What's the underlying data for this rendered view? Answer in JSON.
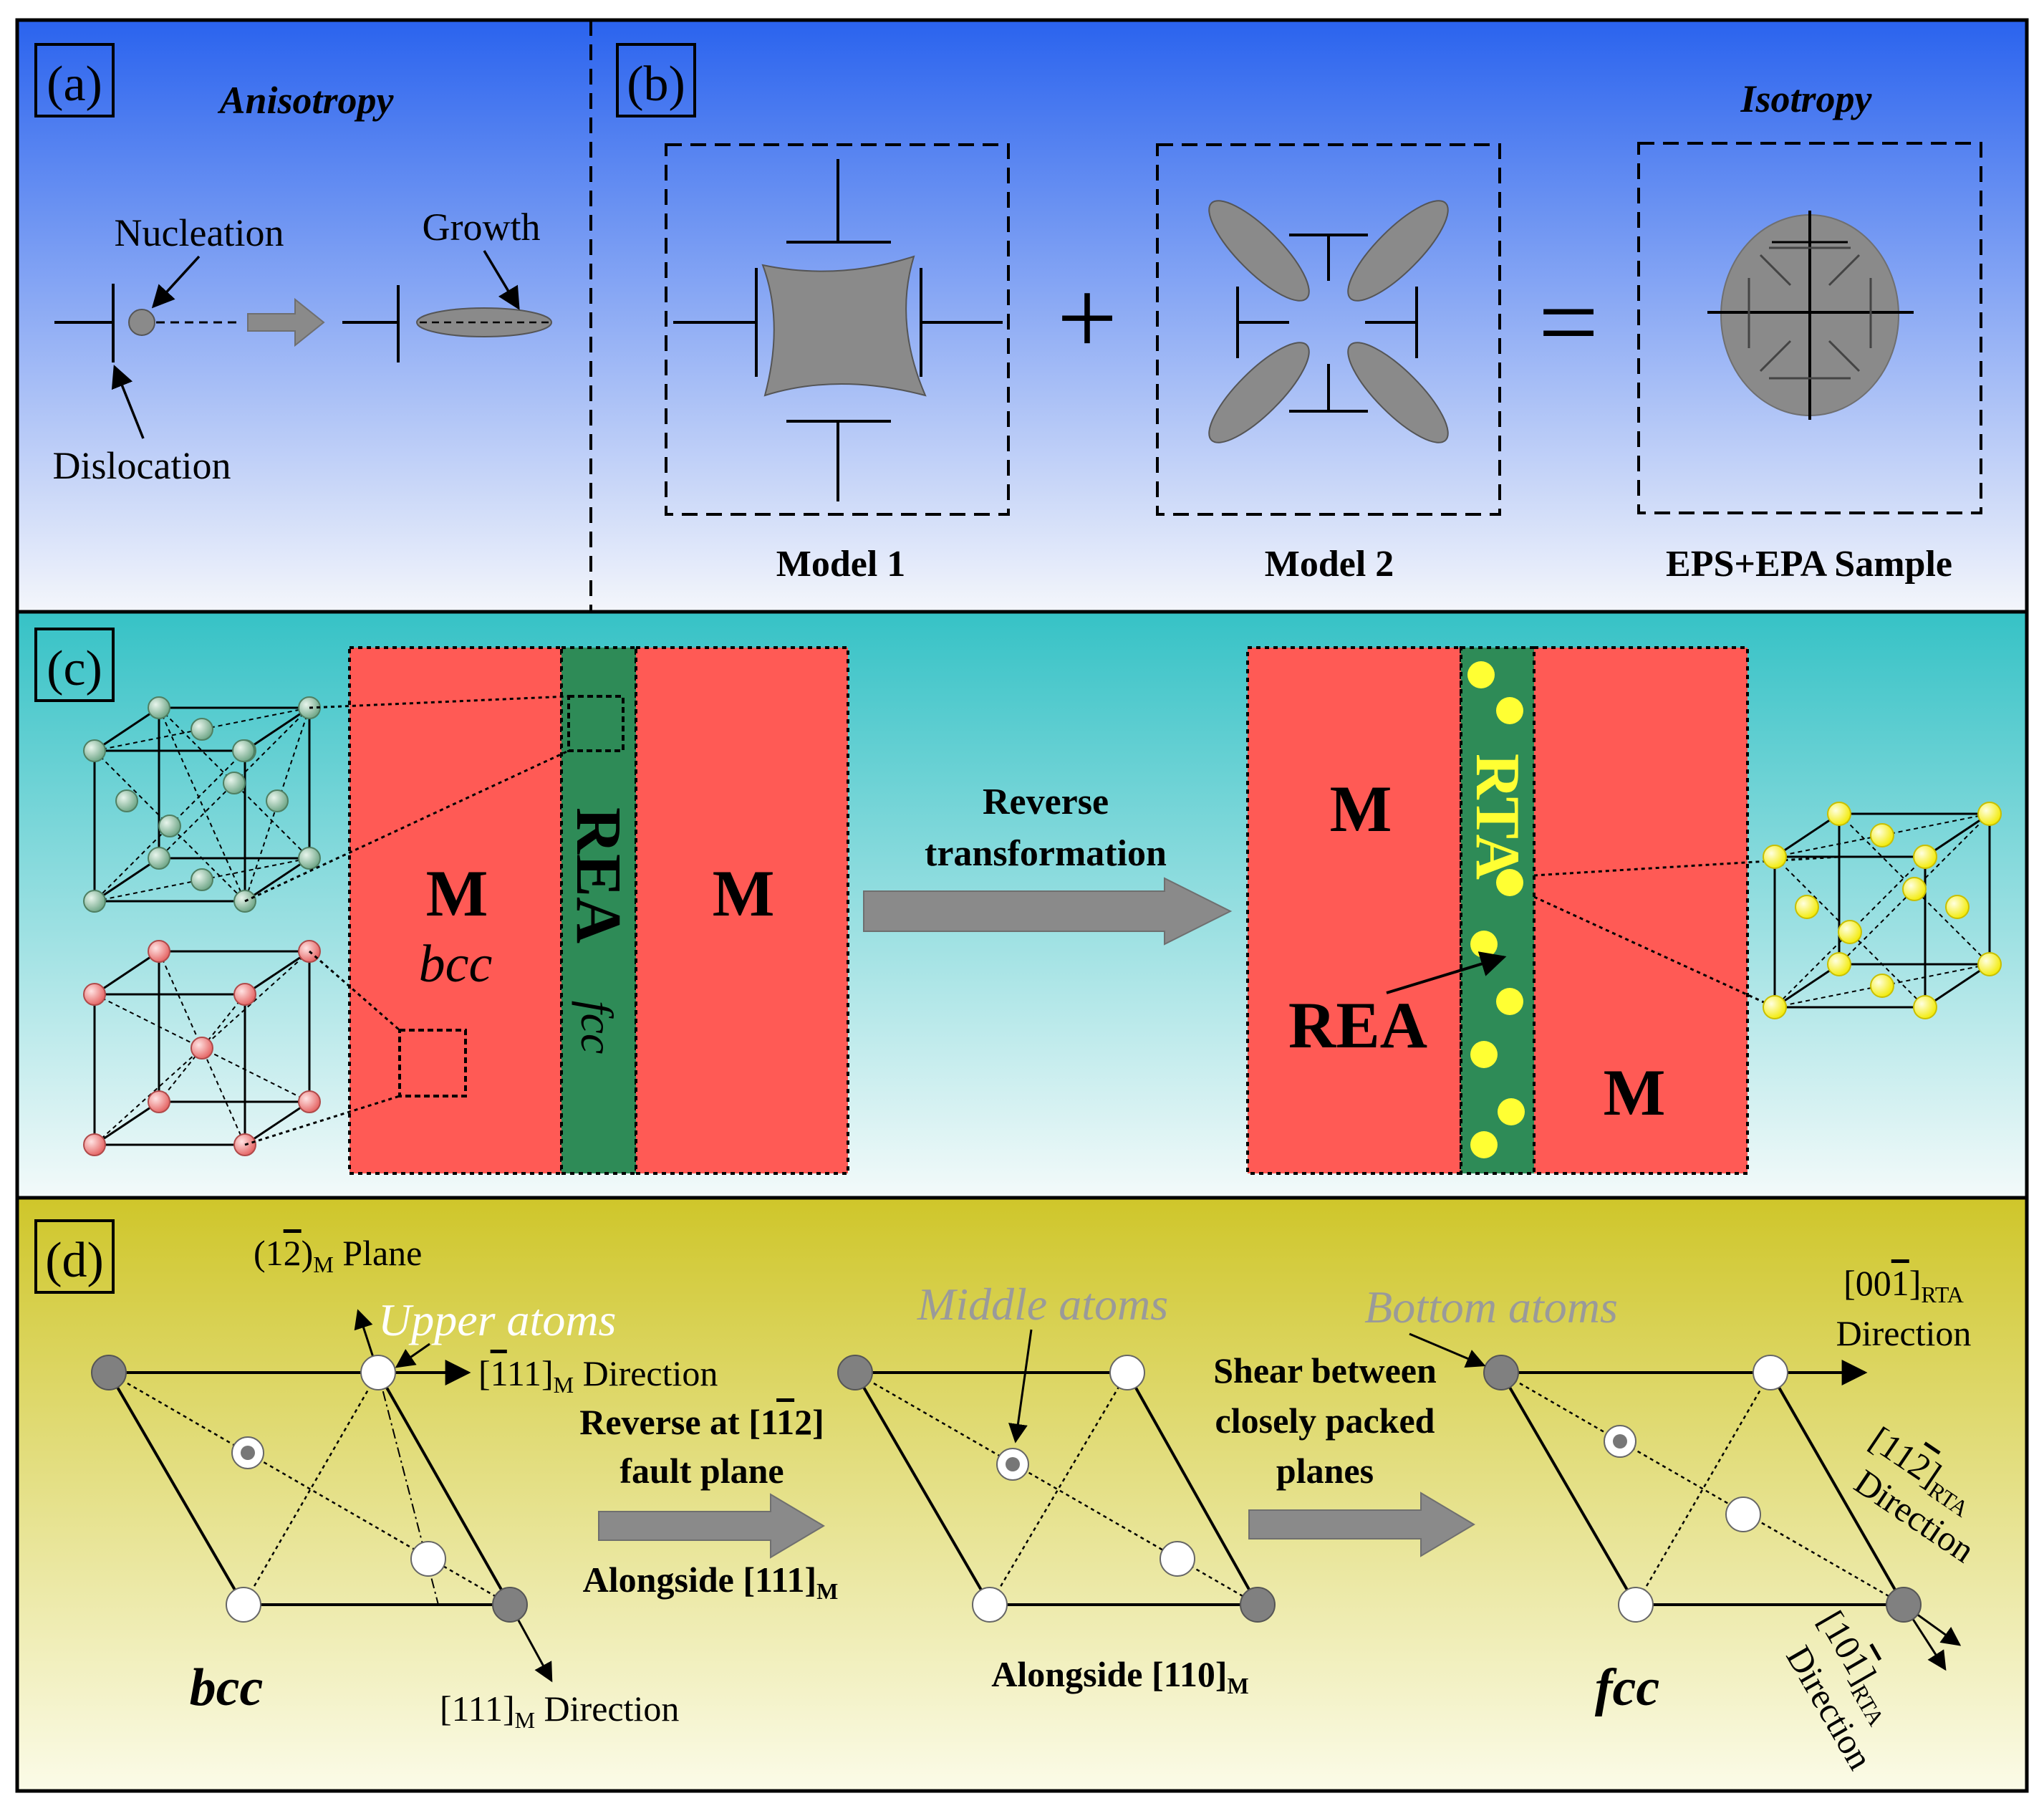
{
  "panel_a": {
    "label": "(a)",
    "title": "Anisotropy",
    "nucleation": "Nucleation",
    "growth": "Growth",
    "dislocation": "Dislocation"
  },
  "panel_b": {
    "label": "(b)",
    "title": "Isotropy",
    "model1": "Model 1",
    "model2": "Model 2",
    "sample": "EPS+EPA Sample",
    "plus": "+",
    "equals": "="
  },
  "panel_c": {
    "label": "(c)",
    "m_left": "M",
    "bcc": "bcc",
    "rea": "REA",
    "fcc": "fcc",
    "m_mid": "M",
    "arrow_line1": "Reverse",
    "arrow_line2": "transformation",
    "m_right_top": "M",
    "rta": "RTA",
    "rea_right": "REA",
    "m_right_bottom": "M"
  },
  "panel_d": {
    "label": "(d)",
    "plane": "Plane",
    "upper_atoms": "Upper atoms",
    "dir_111bar": "Direction",
    "reverse_line1": "Reverse at [1",
    "reverse_line2": "fault plane",
    "alongside_111": "Alongside [111]",
    "bcc": "bcc",
    "dir_111": "Direction",
    "middle_atoms": "Middle atoms",
    "alongside_110": "Alongside [110]",
    "shear_line1": "Shear between",
    "shear_line2": "closely packed",
    "shear_line3": "planes",
    "bottom_atoms": "Bottom atoms",
    "dir_001_label": "Direction",
    "dir_112_label": "Direction",
    "dir_101_label": "Direction",
    "fcc": "fcc",
    "sub_m": "M",
    "sub_rta": "RTA"
  },
  "colors": {
    "panel_ab_top": "#2a63ee",
    "panel_ab_bottom": "#f4f6fb",
    "panel_c_top": "#36c2c6",
    "panel_c_bottom": "#f3fafa",
    "panel_d_top": "#cfc62a",
    "panel_d_bottom": "#fbfbe8",
    "martensite": "#ff5a55",
    "rea_green": "#2e8b57",
    "atom_gray": "#808080",
    "yellow_atom": "#ffff33",
    "green_atom": "#7fb894",
    "pink_atom": "#f07b7b"
  }
}
